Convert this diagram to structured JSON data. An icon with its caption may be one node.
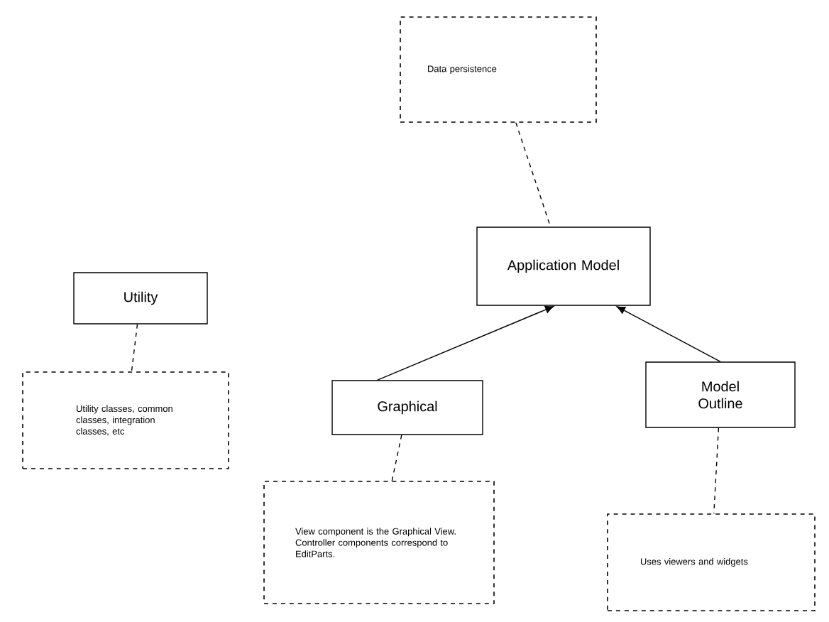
{
  "diagram": {
    "nodes": [
      {
        "text": [
          "Data persistence"
        ]
      },
      {
        "text": [
          "Utility"
        ]
      },
      {
        "text": [
          "Utility classes, common classes, integration classes, etc"
        ]
      },
      {
        "text": [
          "Application Model"
        ]
      },
      {
        "text": [
          "Graphical"
        ]
      },
      {
        "text": [
          "Model Outline"
        ]
      },
      {
        "text": [
          "View component is the Graphical View. Controller components correspond to EditParts."
        ]
      },
      {
        "text": [
          "Uses viewers and widgets"
        ]
      }
    ],
    "edges": [
      {
        "from": 0,
        "to": 3,
        "arrow": "none",
        "style": "dashed"
      },
      {
        "from": 1,
        "to": 2,
        "arrow": "none",
        "style": "dashed"
      },
      {
        "from": 4,
        "to": 3,
        "arrow": "to"
      },
      {
        "from": 5,
        "to": 3,
        "arrow": "to"
      },
      {
        "from": 4,
        "to": 6,
        "arrow": "none",
        "style": "dashed"
      },
      {
        "from": 5,
        "to": 7,
        "arrow": "none",
        "style": "dashed"
      }
    ]
  }
}
